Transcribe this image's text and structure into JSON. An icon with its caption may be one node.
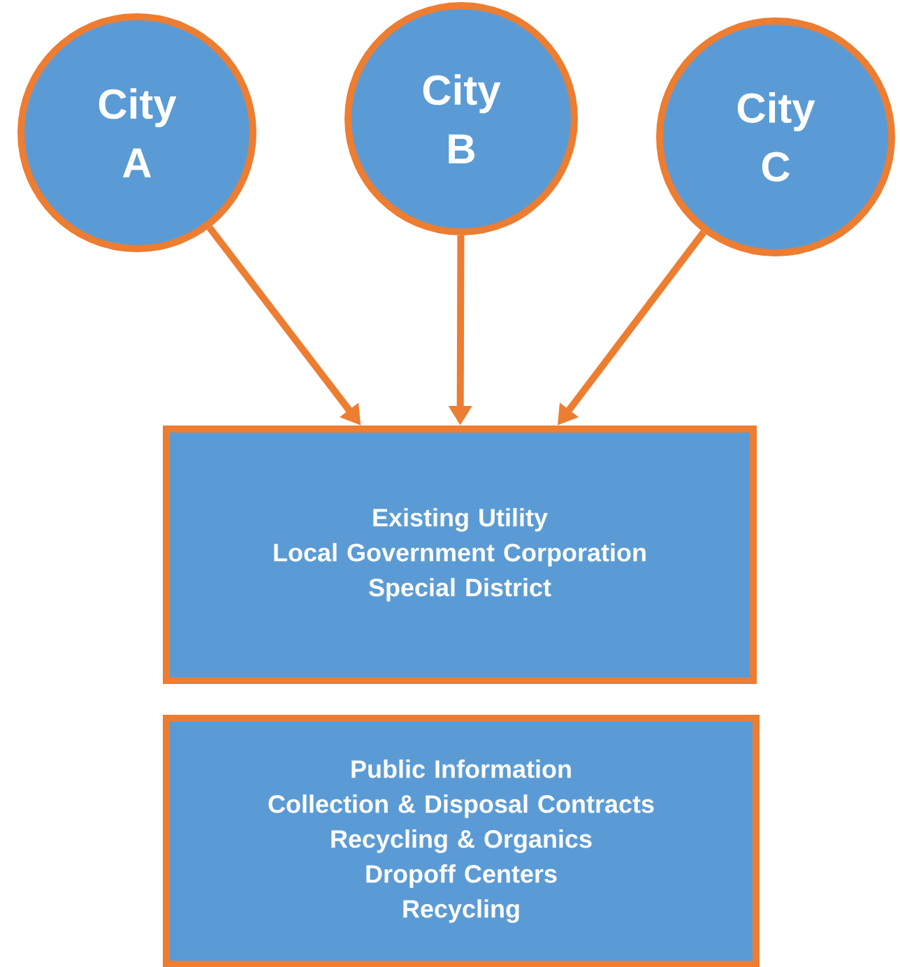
{
  "diagram": {
    "nodes": [
      {
        "text": [
          "City A"
        ]
      },
      {
        "text": [
          "City B"
        ]
      },
      {
        "text": [
          "City C"
        ]
      },
      {
        "text": [
          "Existing Utility",
          "Local Government Corporation",
          "Special District"
        ]
      },
      {
        "text": [
          "Public Information",
          "Collection & Disposal Contracts",
          "Recycling & Organics",
          "Dropoff Centers",
          "Recycling"
        ]
      }
    ],
    "edges": [
      {
        "from": 0,
        "to": 3,
        "arrow": "to"
      },
      {
        "from": 1,
        "to": 3,
        "arrow": "to"
      },
      {
        "from": 2,
        "to": 3,
        "arrow": "to"
      }
    ]
  }
}
